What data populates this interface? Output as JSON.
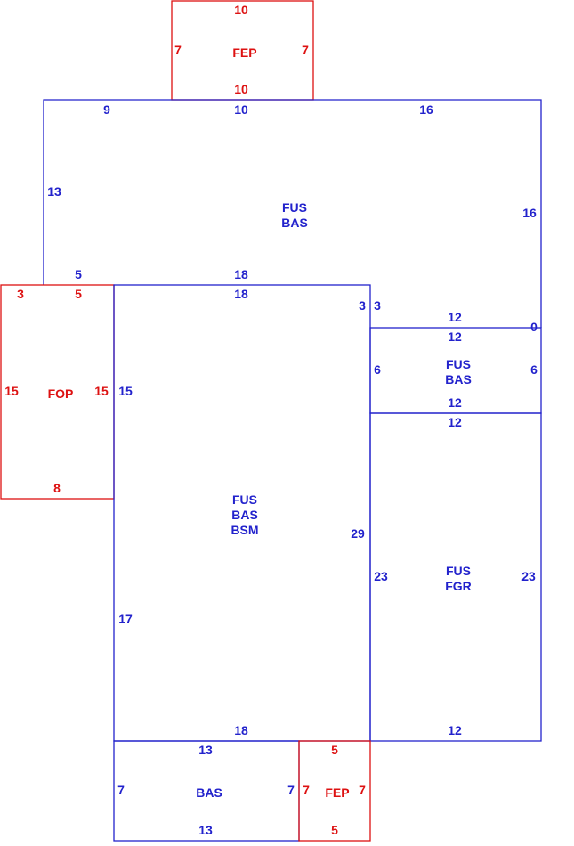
{
  "colors": {
    "living": "#2222cc",
    "porch": "#dd1111"
  },
  "areas": [
    {
      "id": "fep-top",
      "type": "porch",
      "codes": [
        "FEP"
      ],
      "dims": {
        "top": "10",
        "bottom": "10",
        "left": "7",
        "right": "7"
      }
    },
    {
      "id": "main-upper",
      "type": "living",
      "codes": [
        "FUS",
        "BAS"
      ],
      "dims": {
        "top_a": "9",
        "top_b": "10",
        "top_c": "16",
        "left": "13",
        "right": "16",
        "bottom_left": "5",
        "bottom_mid": "18"
      }
    },
    {
      "id": "fop-left",
      "type": "porch",
      "codes": [
        "FOP"
      ],
      "dims": {
        "top_a": "3",
        "top_b": "5",
        "left": "15",
        "right": "15",
        "bottom": "8"
      }
    },
    {
      "id": "center-block",
      "type": "living",
      "codes": [
        "FUS",
        "BAS",
        "BSM"
      ],
      "dims": {
        "top": "18",
        "left_upper": "15",
        "left_lower": "17",
        "right_step": "3",
        "right": "29",
        "bottom": "18"
      }
    },
    {
      "id": "right-small",
      "type": "living",
      "codes": [
        "FUS",
        "BAS"
      ],
      "dims": {
        "step": "3",
        "top_outer": "12",
        "top": "12",
        "zero": "0",
        "left": "6",
        "right": "6",
        "bottom": "12"
      }
    },
    {
      "id": "garage",
      "type": "living",
      "codes": [
        "FUS",
        "FGR"
      ],
      "dims": {
        "top": "12",
        "left": "23",
        "right": "23",
        "bottom": "12"
      }
    },
    {
      "id": "bas-bottom",
      "type": "living",
      "codes": [
        "BAS"
      ],
      "dims": {
        "top": "13",
        "bottom": "13",
        "left": "7",
        "right": "7"
      }
    },
    {
      "id": "fep-bottom",
      "type": "porch",
      "codes": [
        "FEP"
      ],
      "dims": {
        "top": "5",
        "bottom": "5",
        "left": "7",
        "right": "7"
      }
    }
  ]
}
